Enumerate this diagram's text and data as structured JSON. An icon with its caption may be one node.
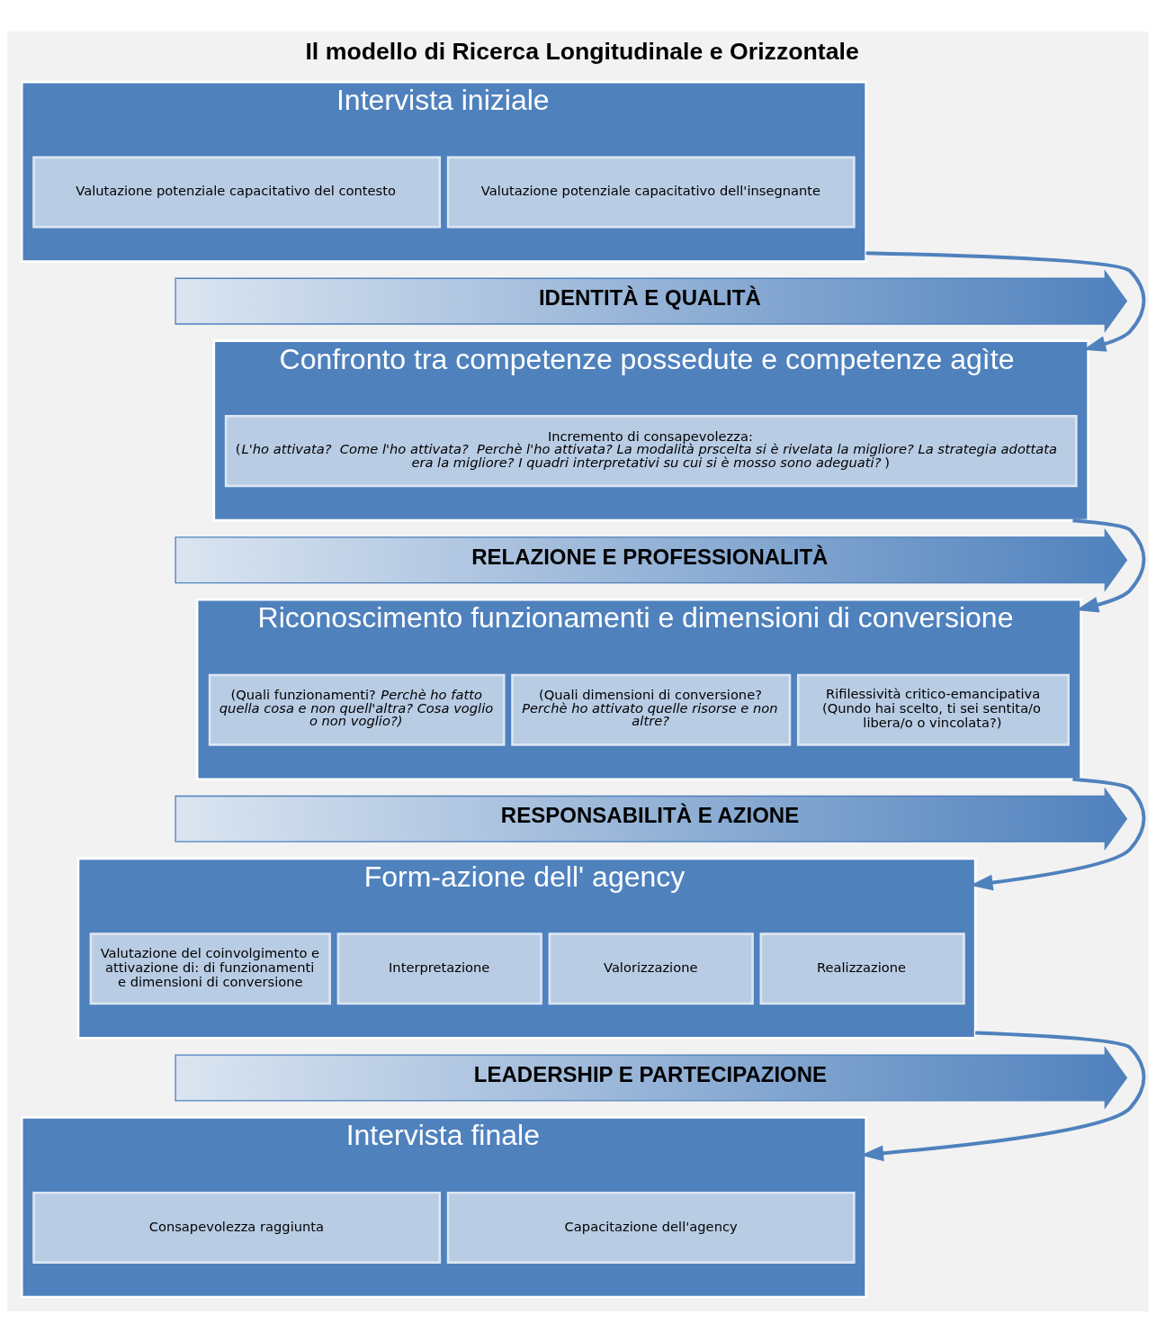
{
  "diagram": {
    "title": "Il modello di Ricerca Longitudinale e Orizzontale",
    "nodes": [
      {
        "text": [
          "Intervista iniziale"
        ]
      },
      {
        "text": [
          "Valutazione potenziale capacitativo del contesto"
        ],
        "in": 0
      },
      {
        "text": [
          "Valutazione potenziale capacitativo dell'insegnante"
        ],
        "in": 0
      },
      {
        "text": [
          "IDENTITÀ E QUALITÀ"
        ]
      },
      {
        "text": [
          "Confronto tra competenze possedute e competenze agìte"
        ]
      },
      {
        "text": [
          "Incremento di consapevolezza:",
          "(*L'ho attivata?  Come l'ho attivata?  Perchè l'ho attivata? La modalità prscelta si è rivelata la migliore? La strategia adottata era la migliore? I quadri interpretativi su cui si è mosso sono adeguati?*)"
        ],
        "in": 4
      },
      {
        "text": [
          "RELAZIONE E PROFESSIONALITÀ"
        ]
      },
      {
        "text": [
          "Riconoscimento funzionamenti e dimensioni di conversione"
        ]
      },
      {
        "text": [
          "(Quali funzionamenti? *Perchè ho fatto quella cosa e non quell'altra? Cosa voglio o non voglio?)*"
        ],
        "in": 7
      },
      {
        "text": [
          "(Quali dimensioni di conversione?",
          "*Perchè ho attivato quelle risorse e non altre?*"
        ],
        "in": 7
      },
      {
        "text": [
          "Rifilessività critico-emancipativa",
          "(Qundo hai scelto, ti sei sentita/o libera/o o vincolata?)"
        ],
        "in": 7
      },
      {
        "text": [
          "RESPONSABILITÀ E AZIONE"
        ]
      },
      {
        "text": [
          "Form-azione dell' agency"
        ]
      },
      {
        "text": [
          "Valutazione del coinvolgimento e attivazione di: di funzionamenti e dimensioni di conversione"
        ],
        "in": 12
      },
      {
        "text": [
          "Interpretazione"
        ],
        "in": 12
      },
      {
        "text": [
          "Valorizzazione"
        ],
        "in": 12
      },
      {
        "text": [
          "Realizzazione"
        ],
        "in": 12
      },
      {
        "text": [
          "LEADERSHIP E PARTECIPAZIONE"
        ]
      },
      {
        "text": [
          "Intervista finale"
        ]
      },
      {
        "text": [
          "Consapevolezza raggiunta"
        ],
        "in": 18
      },
      {
        "text": [
          "Capacitazione dell'agency"
        ],
        "in": 18
      }
    ],
    "edges": [
      {
        "from": 0,
        "to": 4,
        "arrow": "to"
      },
      {
        "from": 4,
        "to": 7,
        "arrow": "to"
      },
      {
        "from": 7,
        "to": 12,
        "arrow": "to"
      },
      {
        "from": 12,
        "to": 18,
        "arrow": "to"
      }
    ]
  }
}
